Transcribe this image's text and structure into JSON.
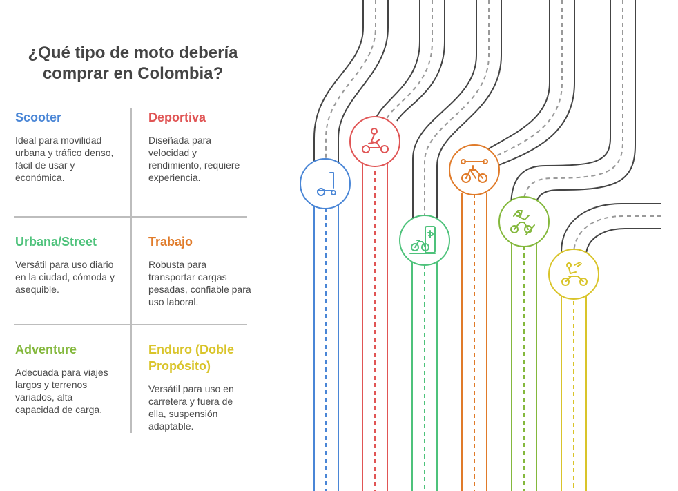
{
  "title": "¿Qué tipo de moto debería comprar en Colombia?",
  "items": [
    {
      "label": "Scooter",
      "desc": "Ideal para movilidad urbana y tráfico denso, fácil de usar y económica.",
      "color": "#4a86d6",
      "icon": "scooter-icon"
    },
    {
      "label": "Deportiva",
      "desc": "Diseñada para velocidad y rendimiento, requiere experiencia.",
      "color": "#e05555",
      "icon": "sport-rider-icon"
    },
    {
      "label": "Urbana/Street",
      "desc": "Versátil para uso diario en la ciudad, cómoda y asequible.",
      "color": "#4ec27b",
      "icon": "city-bike-icon"
    },
    {
      "label": "Trabajo",
      "desc": "Robusta para transportar cargas pesadas, confiable para uso laboral.",
      "color": "#e07b2a",
      "icon": "work-bike-icon"
    },
    {
      "label": "Adventure",
      "desc": "Adecuada para viajes largos y terrenos variados, alta capacidad de carga.",
      "color": "#84b83d",
      "icon": "adventure-bike-icon"
    },
    {
      "label": "Enduro (Doble Propósito)",
      "desc": "Versátil para uso en carretera y fuera de ella, suspensión adaptable.",
      "color": "#d9c42a",
      "icon": "enduro-bike-icon"
    }
  ]
}
